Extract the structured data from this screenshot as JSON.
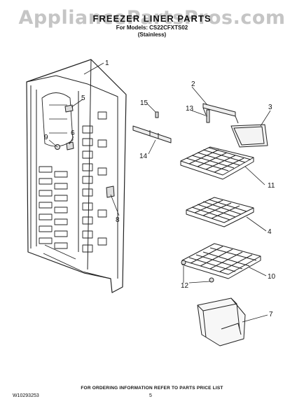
{
  "watermark": "AppliancePartsPros.com",
  "header": {
    "title": "FREEZER LINER PARTS",
    "model_label": "For Models:",
    "model": "CS22CFXTS02",
    "variant": "(Stainless)"
  },
  "callouts": [
    "1",
    "2",
    "3",
    "4",
    "5",
    "6",
    "7",
    "8",
    "9",
    "10",
    "11",
    "12",
    "13",
    "14",
    "15"
  ],
  "footer": {
    "note": "FOR ORDERING INFORMATION REFER TO PARTS PRICE LIST",
    "doc_number": "W10293253",
    "page": "5"
  }
}
